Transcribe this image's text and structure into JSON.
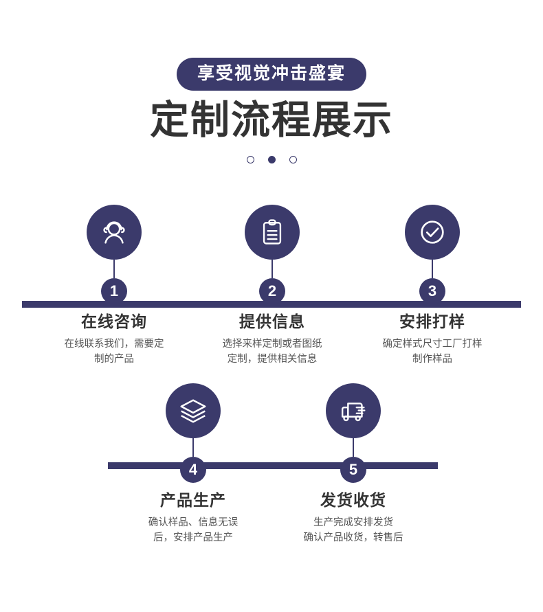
{
  "header": {
    "badge_label": "享受视觉冲击盛宴",
    "title": "定制流程展示",
    "dots": [
      {
        "name": "dot-1",
        "active": false
      },
      {
        "name": "dot-2",
        "active": true
      },
      {
        "name": "dot-3",
        "active": false
      }
    ]
  },
  "theme": {
    "primary": "#3b3a6b",
    "title_color": "#333333",
    "desc_color": "#555555",
    "background": "#ffffff"
  },
  "flow": {
    "row1": {
      "steps": [
        {
          "number": "1",
          "icon": "headset-support-icon",
          "title": "在线咨询",
          "desc_line1": "在线联系我们，需要定",
          "desc_line2": "制的产品"
        },
        {
          "number": "2",
          "icon": "clipboard-icon",
          "title": "提供信息",
          "desc_line1": "选择来样定制或者图纸",
          "desc_line2": "定制，提供相关信息"
        },
        {
          "number": "3",
          "icon": "check-circle-icon",
          "title": "安排打样",
          "desc_line1": "确定样式尺寸工厂打样",
          "desc_line2": "制作样品"
        }
      ]
    },
    "row2": {
      "steps": [
        {
          "number": "4",
          "icon": "layers-stack-icon",
          "title": "产品生产",
          "desc_line1": "确认样品、信息无误",
          "desc_line2": "后，安排产品生产"
        },
        {
          "number": "5",
          "icon": "delivery-truck-icon",
          "title": "发货收货",
          "desc_line1": "生产完成安排发货",
          "desc_line2": "确认产品收货，转售后"
        }
      ]
    }
  }
}
